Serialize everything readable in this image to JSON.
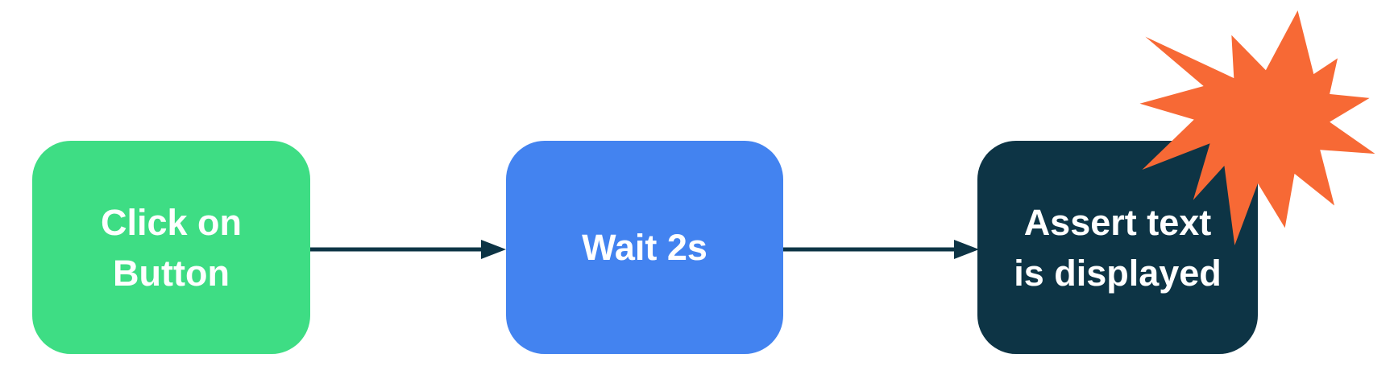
{
  "diagram_type": "flowchart",
  "colors": {
    "background": "#ffffff",
    "node_click": "#3EDD84",
    "node_wait": "#4383F0",
    "node_assert": "#0D3445",
    "arrow": "#0D3445",
    "burst": "#F76935",
    "node_text": "#ffffff"
  },
  "nodes": [
    {
      "id": "click-on-button",
      "label": "Click on Button",
      "lines": [
        "Click on",
        "Button"
      ],
      "color": "#3EDD84"
    },
    {
      "id": "wait-2s",
      "label": "Wait 2s",
      "lines": [
        "Wait 2s"
      ],
      "color": "#4383F0"
    },
    {
      "id": "assert-text-is-displayed",
      "label": "Assert text is displayed",
      "lines": [
        "Assert text",
        "is displayed"
      ],
      "color": "#0D3445"
    }
  ],
  "connectors": [
    {
      "from": "click-on-button",
      "to": "wait-2s"
    },
    {
      "from": "wait-2s",
      "to": "assert-text-is-displayed"
    }
  ],
  "decorations": [
    {
      "name": "explosion-burst-icon",
      "attached_to": "assert-text-is-displayed",
      "color": "#F76935"
    }
  ]
}
